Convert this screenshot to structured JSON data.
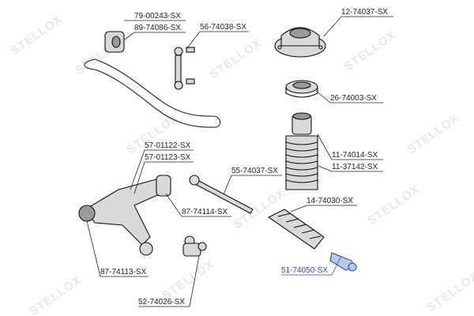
{
  "watermark": {
    "text": "STELLOX",
    "color": "#e6e6e6"
  },
  "part_numbers": {
    "bushing_1": "79-00243-SX",
    "bushing_2": "89-74086-SX",
    "stabilizer_link": "56-74038-SX",
    "strut_mount": "12-74037-SX",
    "bearing": "26-74003-SX",
    "boot_1": "11-74014-SX",
    "boot_2": "11-37142-SX",
    "control_arm_1": "57-01122-SX",
    "control_arm_2": "57-01123-SX",
    "tie_rod": "55-74037-SX",
    "arm_bushing_rear": "87-74114-SX",
    "steering_boot": "14-74030-SX",
    "arm_bushing_front": "87-74113-SX",
    "tie_rod_end": "51-74050-SX",
    "ball_joint": "52-74026-SX"
  },
  "colors": {
    "highlight": "#2d4f9e",
    "text": "#222222"
  }
}
